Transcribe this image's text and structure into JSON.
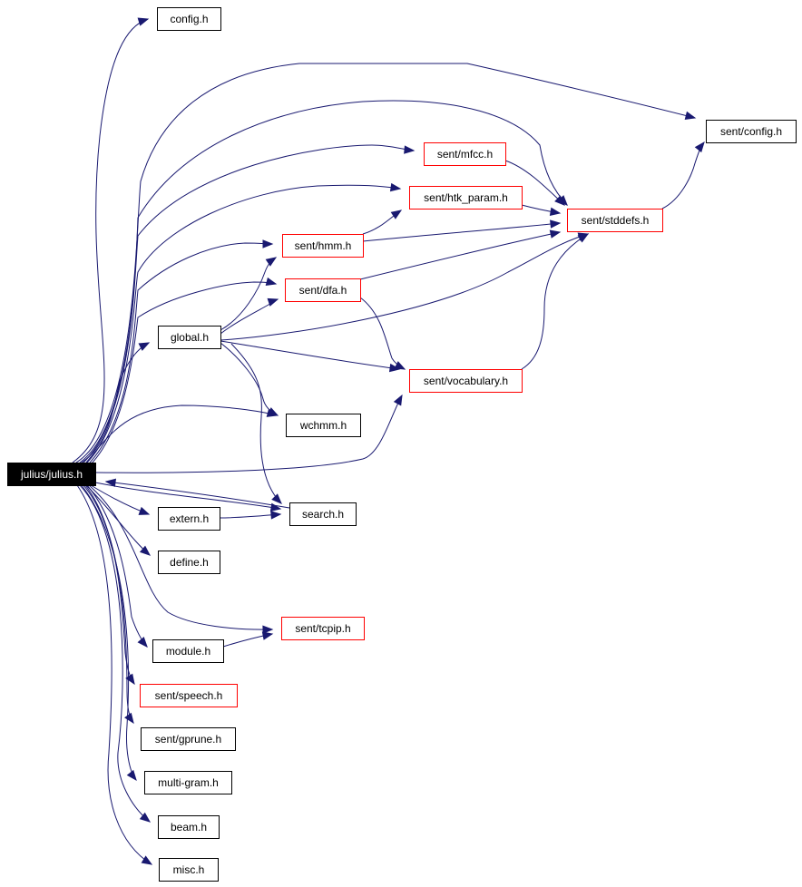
{
  "nodes": {
    "julius_h": {
      "label": "julius/julius.h",
      "style": "root"
    },
    "config_h": {
      "label": "config.h",
      "style": "normal"
    },
    "sent_config_h": {
      "label": "sent/config.h",
      "style": "normal"
    },
    "sent_mfcc_h": {
      "label": "sent/mfcc.h",
      "style": "red"
    },
    "sent_htk_param_h": {
      "label": "sent/htk_param.h",
      "style": "red"
    },
    "sent_stddefs_h": {
      "label": "sent/stddefs.h",
      "style": "red"
    },
    "sent_hmm_h": {
      "label": "sent/hmm.h",
      "style": "red"
    },
    "sent_dfa_h": {
      "label": "sent/dfa.h",
      "style": "red"
    },
    "global_h": {
      "label": "global.h",
      "style": "normal"
    },
    "sent_vocabulary_h": {
      "label": "sent/vocabulary.h",
      "style": "red"
    },
    "wchmm_h": {
      "label": "wchmm.h",
      "style": "normal"
    },
    "extern_h": {
      "label": "extern.h",
      "style": "normal"
    },
    "search_h": {
      "label": "search.h",
      "style": "normal"
    },
    "define_h": {
      "label": "define.h",
      "style": "normal"
    },
    "sent_tcpip_h": {
      "label": "sent/tcpip.h",
      "style": "red"
    },
    "module_h": {
      "label": "module.h",
      "style": "normal"
    },
    "sent_speech_h": {
      "label": "sent/speech.h",
      "style": "red"
    },
    "sent_gprune_h": {
      "label": "sent/gprune.h",
      "style": "normal"
    },
    "multi_gram_h": {
      "label": "multi-gram.h",
      "style": "normal"
    },
    "beam_h": {
      "label": "beam.h",
      "style": "normal"
    },
    "misc_h": {
      "label": "misc.h",
      "style": "normal"
    }
  },
  "edges": [
    {
      "from": "julius_h",
      "to": "config_h"
    },
    {
      "from": "julius_h",
      "to": "sent_config_h"
    },
    {
      "from": "julius_h",
      "to": "sent_stddefs_h"
    },
    {
      "from": "julius_h",
      "to": "sent_mfcc_h"
    },
    {
      "from": "julius_h",
      "to": "sent_htk_param_h"
    },
    {
      "from": "julius_h",
      "to": "sent_hmm_h"
    },
    {
      "from": "julius_h",
      "to": "sent_dfa_h"
    },
    {
      "from": "julius_h",
      "to": "global_h"
    },
    {
      "from": "julius_h",
      "to": "wchmm_h"
    },
    {
      "from": "julius_h",
      "to": "sent_vocabulary_h"
    },
    {
      "from": "julius_h",
      "to": "search_h"
    },
    {
      "from": "julius_h",
      "to": "extern_h"
    },
    {
      "from": "julius_h",
      "to": "define_h"
    },
    {
      "from": "julius_h",
      "to": "sent_tcpip_h"
    },
    {
      "from": "julius_h",
      "to": "module_h"
    },
    {
      "from": "julius_h",
      "to": "sent_speech_h"
    },
    {
      "from": "julius_h",
      "to": "sent_gprune_h"
    },
    {
      "from": "julius_h",
      "to": "multi_gram_h"
    },
    {
      "from": "julius_h",
      "to": "beam_h"
    },
    {
      "from": "julius_h",
      "to": "misc_h"
    },
    {
      "from": "sent_stddefs_h",
      "to": "sent_config_h"
    },
    {
      "from": "sent_mfcc_h",
      "to": "sent_stddefs_h"
    },
    {
      "from": "sent_htk_param_h",
      "to": "sent_stddefs_h"
    },
    {
      "from": "sent_hmm_h",
      "to": "sent_htk_param_h"
    },
    {
      "from": "sent_hmm_h",
      "to": "sent_stddefs_h"
    },
    {
      "from": "sent_dfa_h",
      "to": "sent_stddefs_h"
    },
    {
      "from": "sent_dfa_h",
      "to": "sent_vocabulary_h"
    },
    {
      "from": "sent_vocabulary_h",
      "to": "sent_stddefs_h"
    },
    {
      "from": "global_h",
      "to": "sent_hmm_h"
    },
    {
      "from": "global_h",
      "to": "sent_dfa_h"
    },
    {
      "from": "global_h",
      "to": "sent_stddefs_h"
    },
    {
      "from": "global_h",
      "to": "sent_vocabulary_h"
    },
    {
      "from": "global_h",
      "to": "wchmm_h"
    },
    {
      "from": "global_h",
      "to": "search_h"
    },
    {
      "from": "extern_h",
      "to": "search_h"
    },
    {
      "from": "search_h",
      "to": "julius_h"
    },
    {
      "from": "module_h",
      "to": "sent_tcpip_h"
    }
  ]
}
